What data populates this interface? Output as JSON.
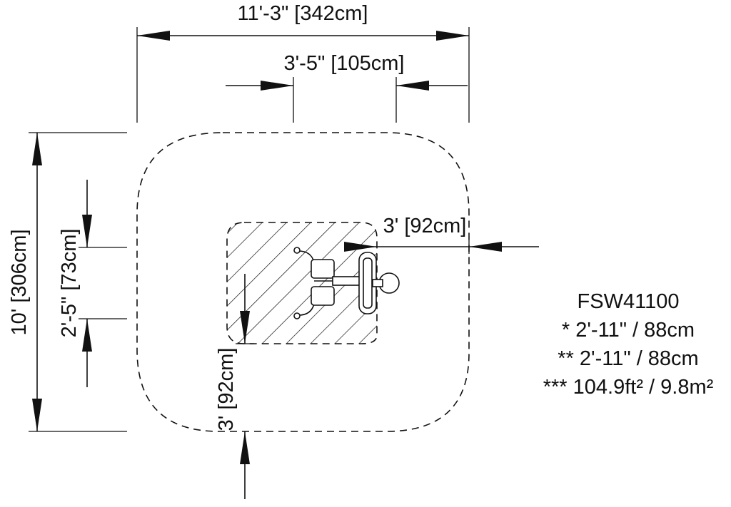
{
  "dimensions": {
    "overall_width": "11'-3\" [342cm]",
    "equipment_width": "3'-5\" [105cm]",
    "clearance_right": "3' [92cm]",
    "overall_depth": "10' [306cm]",
    "equipment_depth": "2'-5\" [73cm]",
    "clearance_bottom": "3' [92cm]"
  },
  "spec": {
    "model": "FSW41100",
    "line1": "* 2'-11\" / 88cm",
    "line2": "** 2'-11\" / 88cm",
    "line3": "*** 104.9ft² / 9.8m²"
  }
}
